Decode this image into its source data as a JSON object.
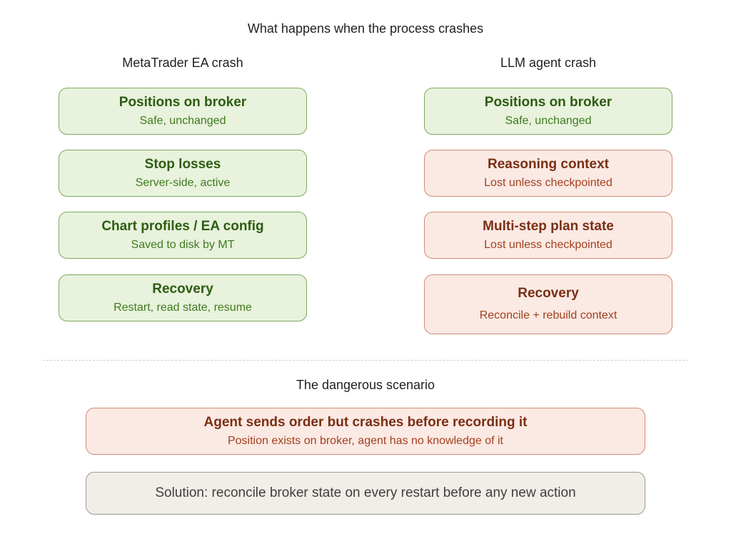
{
  "title": "What happens when the process crashes",
  "left": {
    "heading": "MetaTrader EA crash",
    "boxes": [
      {
        "title": "Positions on broker",
        "subtitle": "Safe, unchanged"
      },
      {
        "title": "Stop losses",
        "subtitle": "Server-side, active"
      },
      {
        "title": "Chart profiles / EA config",
        "subtitle": "Saved to disk by MT"
      },
      {
        "title": "Recovery",
        "subtitle": "Restart, read state, resume"
      }
    ]
  },
  "right": {
    "heading": "LLM agent crash",
    "boxes": [
      {
        "title": "Positions on broker",
        "subtitle": "Safe, unchanged"
      },
      {
        "title": "Reasoning context",
        "subtitle": "Lost unless checkpointed"
      },
      {
        "title": "Multi-step plan state",
        "subtitle": "Lost unless checkpointed"
      },
      {
        "title": "Recovery",
        "subtitle": "Reconcile + rebuild context"
      }
    ]
  },
  "scenario": {
    "heading": "The dangerous scenario",
    "danger": {
      "title": "Agent sends order but crashes before recording it",
      "subtitle": "Position exists on broker, agent has no knowledge of it"
    },
    "solution": "Solution: reconcile broker state on every restart before any new action"
  },
  "colors": {
    "safe": "#e8f2dc",
    "danger": "#fbe9e4",
    "neutral": "#f1eee8"
  }
}
